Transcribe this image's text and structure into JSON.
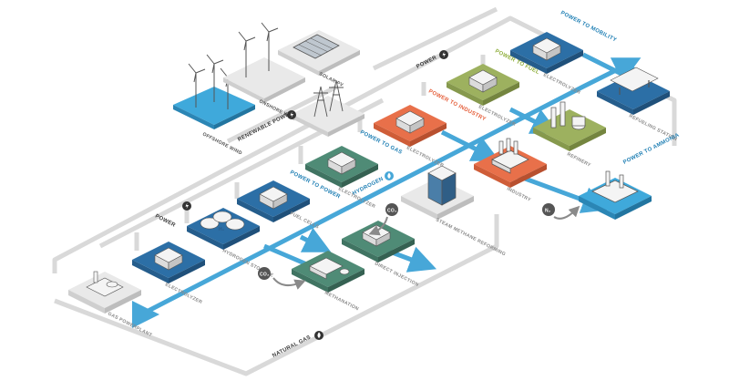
{
  "colors": {
    "background": "#ffffff",
    "flow_blue": "#47a7d8",
    "flow_gray": "#d9d9d9",
    "tile_blue": "#35709f",
    "tile_navy": "#2c5b88",
    "tile_teal": "#4f8b76",
    "tile_orange": "#e8704a",
    "tile_olive": "#9db15f",
    "tile_cyan": "#3fa9db",
    "tile_light": "#e9e9e9",
    "accent_orange": "#e5603c",
    "accent_green": "#8fae3c",
    "accent_blue": "#1f7fb4"
  },
  "flows": {
    "power_top": "POWER",
    "power_left": "POWER",
    "renewable_power": "RENEWABLE POWER",
    "natural_gas": "NATURAL GAS",
    "hydrogen": "HYDROGEN"
  },
  "sources": {
    "offshore_wind": "OFFSHORE WIND",
    "onshore_wind": "ONSHORE WIND",
    "solar_pv": "SOLAR PV"
  },
  "pathways": {
    "power_to_mobility": "POWER TO MOBILITY",
    "power_to_fuel": "POWER TO FUEL",
    "power_to_industry": "POWER TO INDUSTRY",
    "power_to_gas": "POWER TO GAS",
    "power_to_power": "POWER TO POWER",
    "power_to_ammonia": "POWER TO AMMONIA"
  },
  "nodes": {
    "electrolyzer_mobility": "ELECTROLYZER",
    "refueling_station": "REFUELING STATION",
    "electrolyzer_fuel": "ELECTROLYZER",
    "refinery": "REFINERY",
    "electrolyzer_industry": "ELECTROLYZER",
    "industry": "INDUSTRY",
    "electrolyzer_gas": "ELECTROLYZER",
    "steam_methane_reforming": "STEAM METHANE REFORMING",
    "fuel_cells": "FUEL CELLS",
    "hydrogen_storage": "HYDROGEN STORAGE",
    "electrolyzer_power": "ELECTROLYZER",
    "direct_injection": "DIRECT INJECTION",
    "methanation": "METHANATION",
    "gas_powerplant": "GAS POWERPLANT"
  },
  "badges": {
    "co2_methanation": "CO₂",
    "co2_direct": "CO₂",
    "n2": "N₂",
    "h2": "H₂"
  },
  "icons": [
    "lightning-icon",
    "flame-icon",
    "hydrogen-drop-icon"
  ]
}
